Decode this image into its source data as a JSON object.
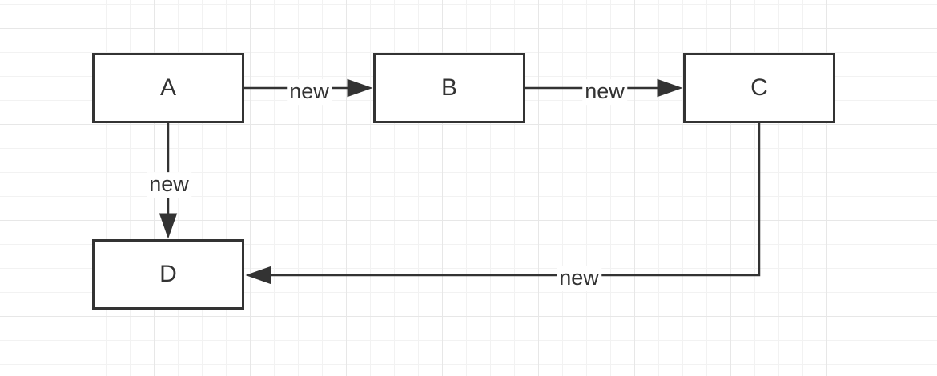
{
  "diagram": {
    "tool": "flowchart-canvas",
    "nodes": [
      {
        "id": "A",
        "label": "A"
      },
      {
        "id": "B",
        "label": "B"
      },
      {
        "id": "C",
        "label": "C"
      },
      {
        "id": "D",
        "label": "D"
      }
    ],
    "edges": [
      {
        "from": "A",
        "to": "B",
        "label": "new"
      },
      {
        "from": "B",
        "to": "C",
        "label": "new"
      },
      {
        "from": "A",
        "to": "D",
        "label": "new"
      },
      {
        "from": "C",
        "to": "D",
        "label": "new"
      }
    ],
    "colors": {
      "stroke": "#333333",
      "node_fill": "#ffffff",
      "node_text": "#333333",
      "edge_label_bg": "#ffffff",
      "grid_minor": "#f2f2f2",
      "grid_major": "#e7e7e7",
      "background": "#ffffff"
    }
  }
}
